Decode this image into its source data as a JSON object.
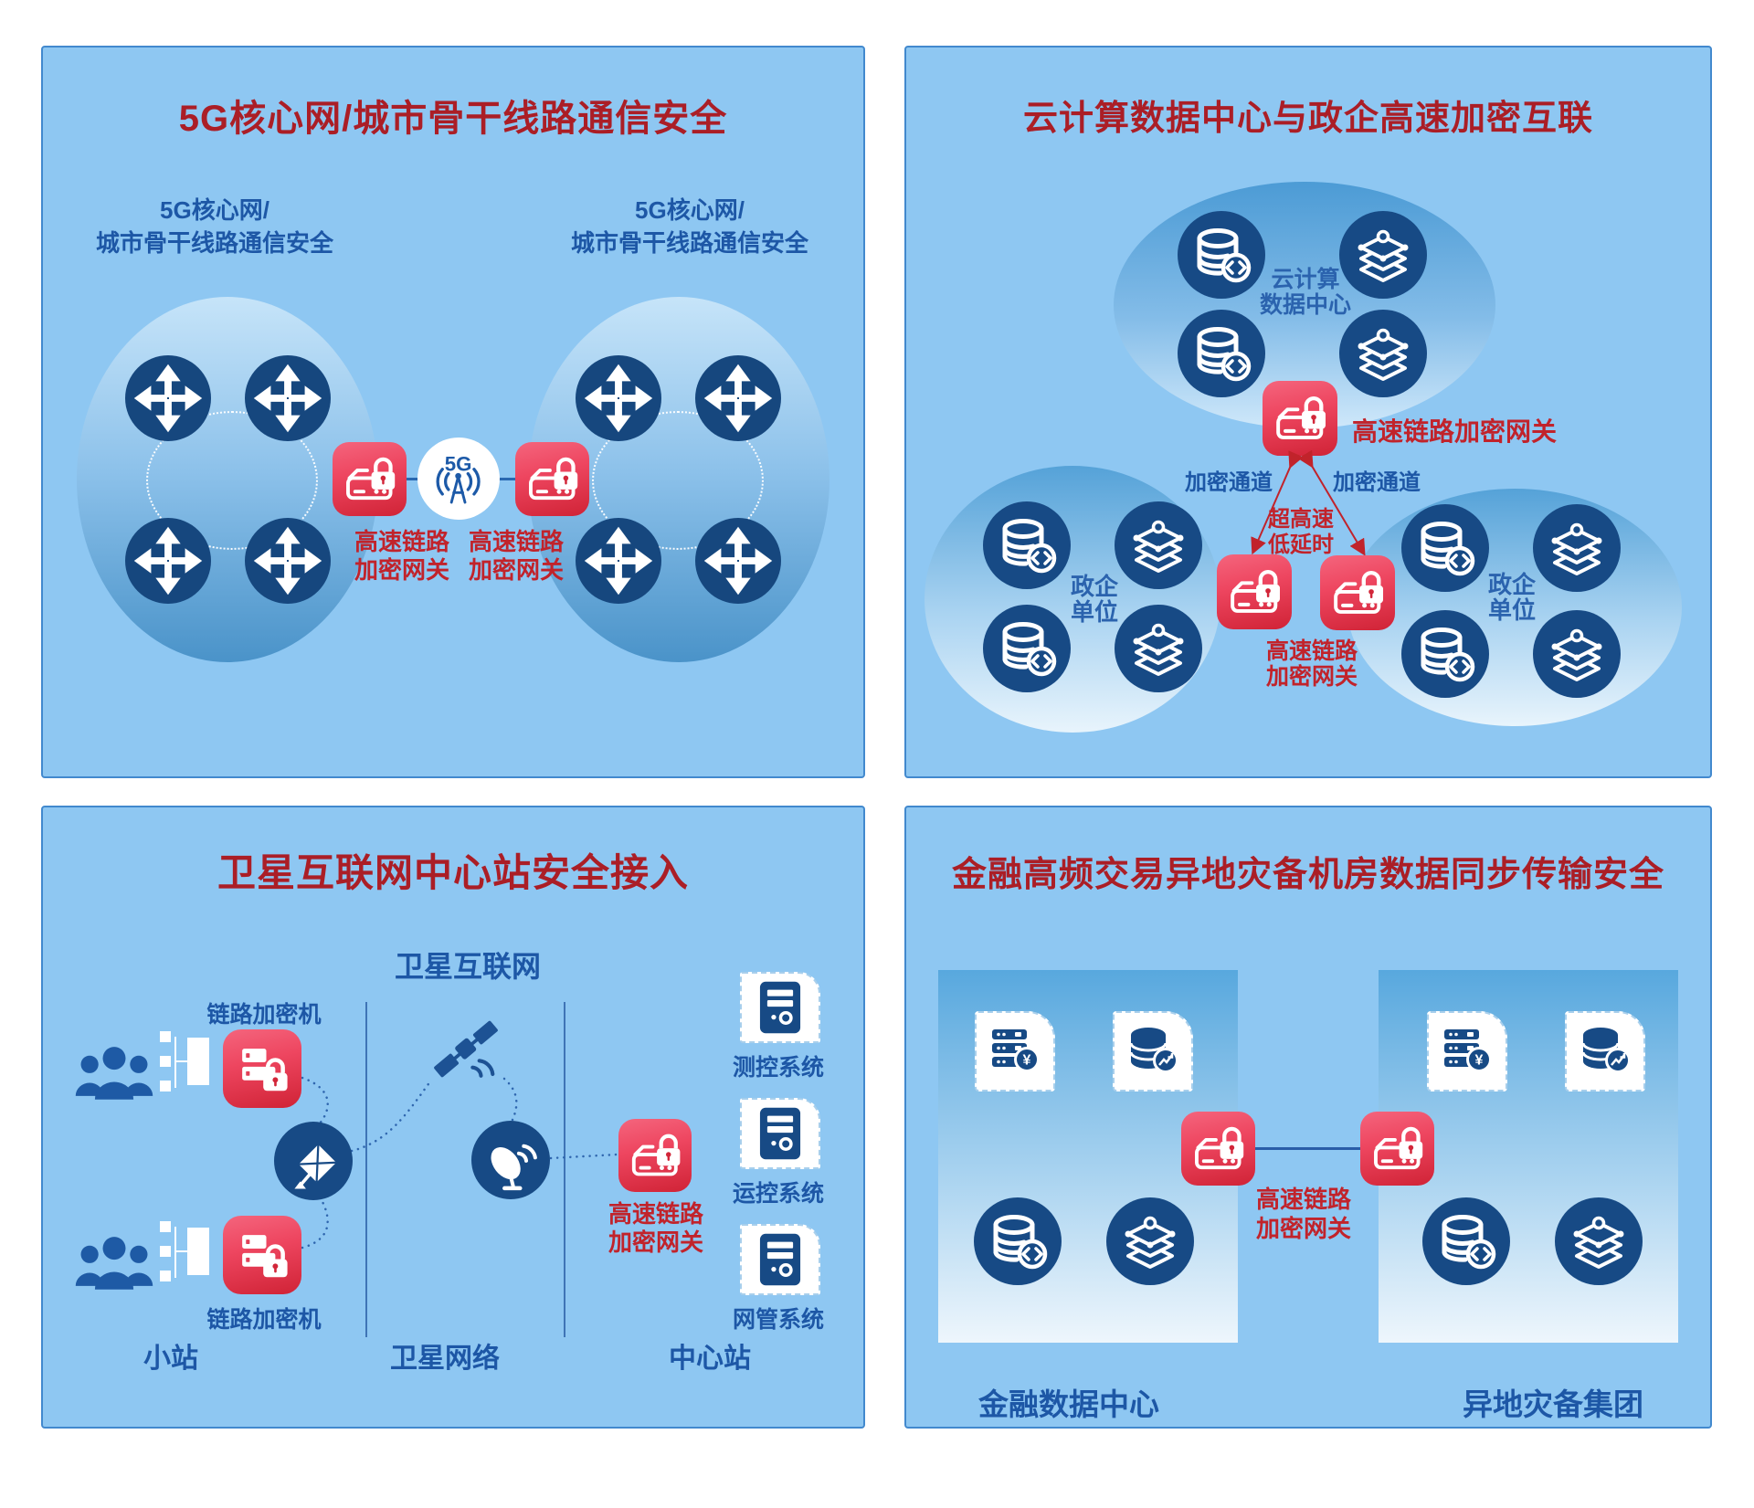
{
  "p1": {
    "title": "5G核心网/城市骨干线路通信安全",
    "cluster": {
      "line1": "5G核心网/",
      "line2": "城市骨干线路通信安全"
    },
    "gateway": {
      "line1": "高速链路",
      "line2": "加密网关"
    },
    "hub": "5G"
  },
  "p2": {
    "title": "云计算数据中心与政企高速加密互联",
    "cloud": {
      "line1": "云计算",
      "line2": "数据中心"
    },
    "gateway_inline": "高速链路加密网关",
    "channel": "加密通道",
    "speed": {
      "line1": "超高速",
      "line2": "低延时"
    },
    "gov": {
      "line1": "政企",
      "line2": "单位"
    },
    "gateway": {
      "line1": "高速链路",
      "line2": "加密网关"
    }
  },
  "p3": {
    "title": "卫星互联网中心站安全接入",
    "subtitle": "卫星互联网",
    "encryptor": "链路加密机",
    "gateway": {
      "line1": "高速链路",
      "line2": "加密网关"
    },
    "systems": {
      "s1": "测控系统",
      "s2": "运控系统",
      "s3": "网管系统"
    },
    "zones": {
      "z1": "小站",
      "z2": "卫星网络",
      "z3": "中心站"
    }
  },
  "p4": {
    "title": "金融高频交易异地灾备机房数据同步传输安全",
    "gateway": {
      "line1": "高速链路",
      "line2": "加密网关"
    },
    "left_label": "金融数据中心",
    "right_label": "异地灾备集团",
    "yen": "¥"
  },
  "colors": {
    "panel_bg": "#8ec7f2",
    "panel_border": "#4289ce",
    "navy_icon": "#174a85",
    "router_navy": "#16477e",
    "blue_text": "#1d57a6",
    "title_red": "#ab1e26",
    "label_red": "#c1232b",
    "tile_red_top": "#f4657d",
    "tile_red_bottom": "#d02336"
  },
  "icons": {
    "router-icon": "four-way-arrows",
    "database-icon": "cylinder-with-sync-badge",
    "layers-icon": "stacked-diamond-layers",
    "encrypt-gateway-icon": "device-with-padlock",
    "link-encryptor-icon": "server-with-padlock",
    "antenna-5g-icon": "5G-antenna-with-waves",
    "satellite-icon": "satellite-with-signal",
    "dish-icon": "satellite-dish",
    "users-icon": "user-group",
    "server-tower-icon": "server-tower",
    "finance-server-icon": "server-with-yen-badge",
    "database-chart-icon": "database-with-chart-badge"
  }
}
